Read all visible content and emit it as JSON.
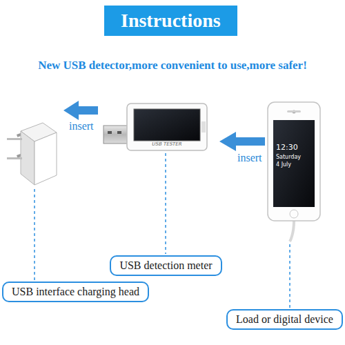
{
  "diagram": {
    "title": "Instructions",
    "nodes": [
      {
        "text": [
          "USB interface charging head"
        ]
      },
      {
        "text": [
          "USB detection meter"
        ]
      },
      {
        "text": [
          "Load or digital device"
        ]
      }
    ],
    "labels": [
      "New USB detector,more convenient to use,more safer!",
      "insert",
      "USB TESTER",
      "insert",
      "12:30",
      "Saturday",
      "4 July"
    ]
  }
}
